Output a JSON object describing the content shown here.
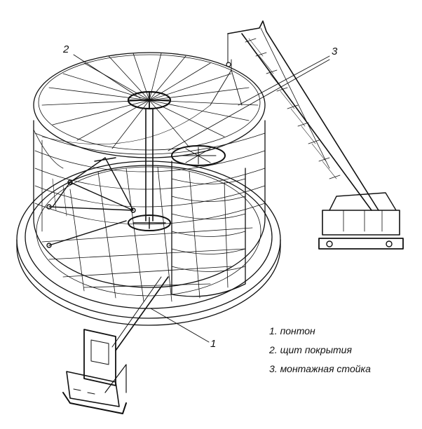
{
  "callouts": {
    "c1": "1",
    "c2": "2",
    "c3": "3"
  },
  "legend": [
    "1. понтон",
    "2. щит покрытия",
    "3. монтажная стойка"
  ],
  "colors": {
    "ink": "#111111",
    "paper": "#ffffff"
  }
}
